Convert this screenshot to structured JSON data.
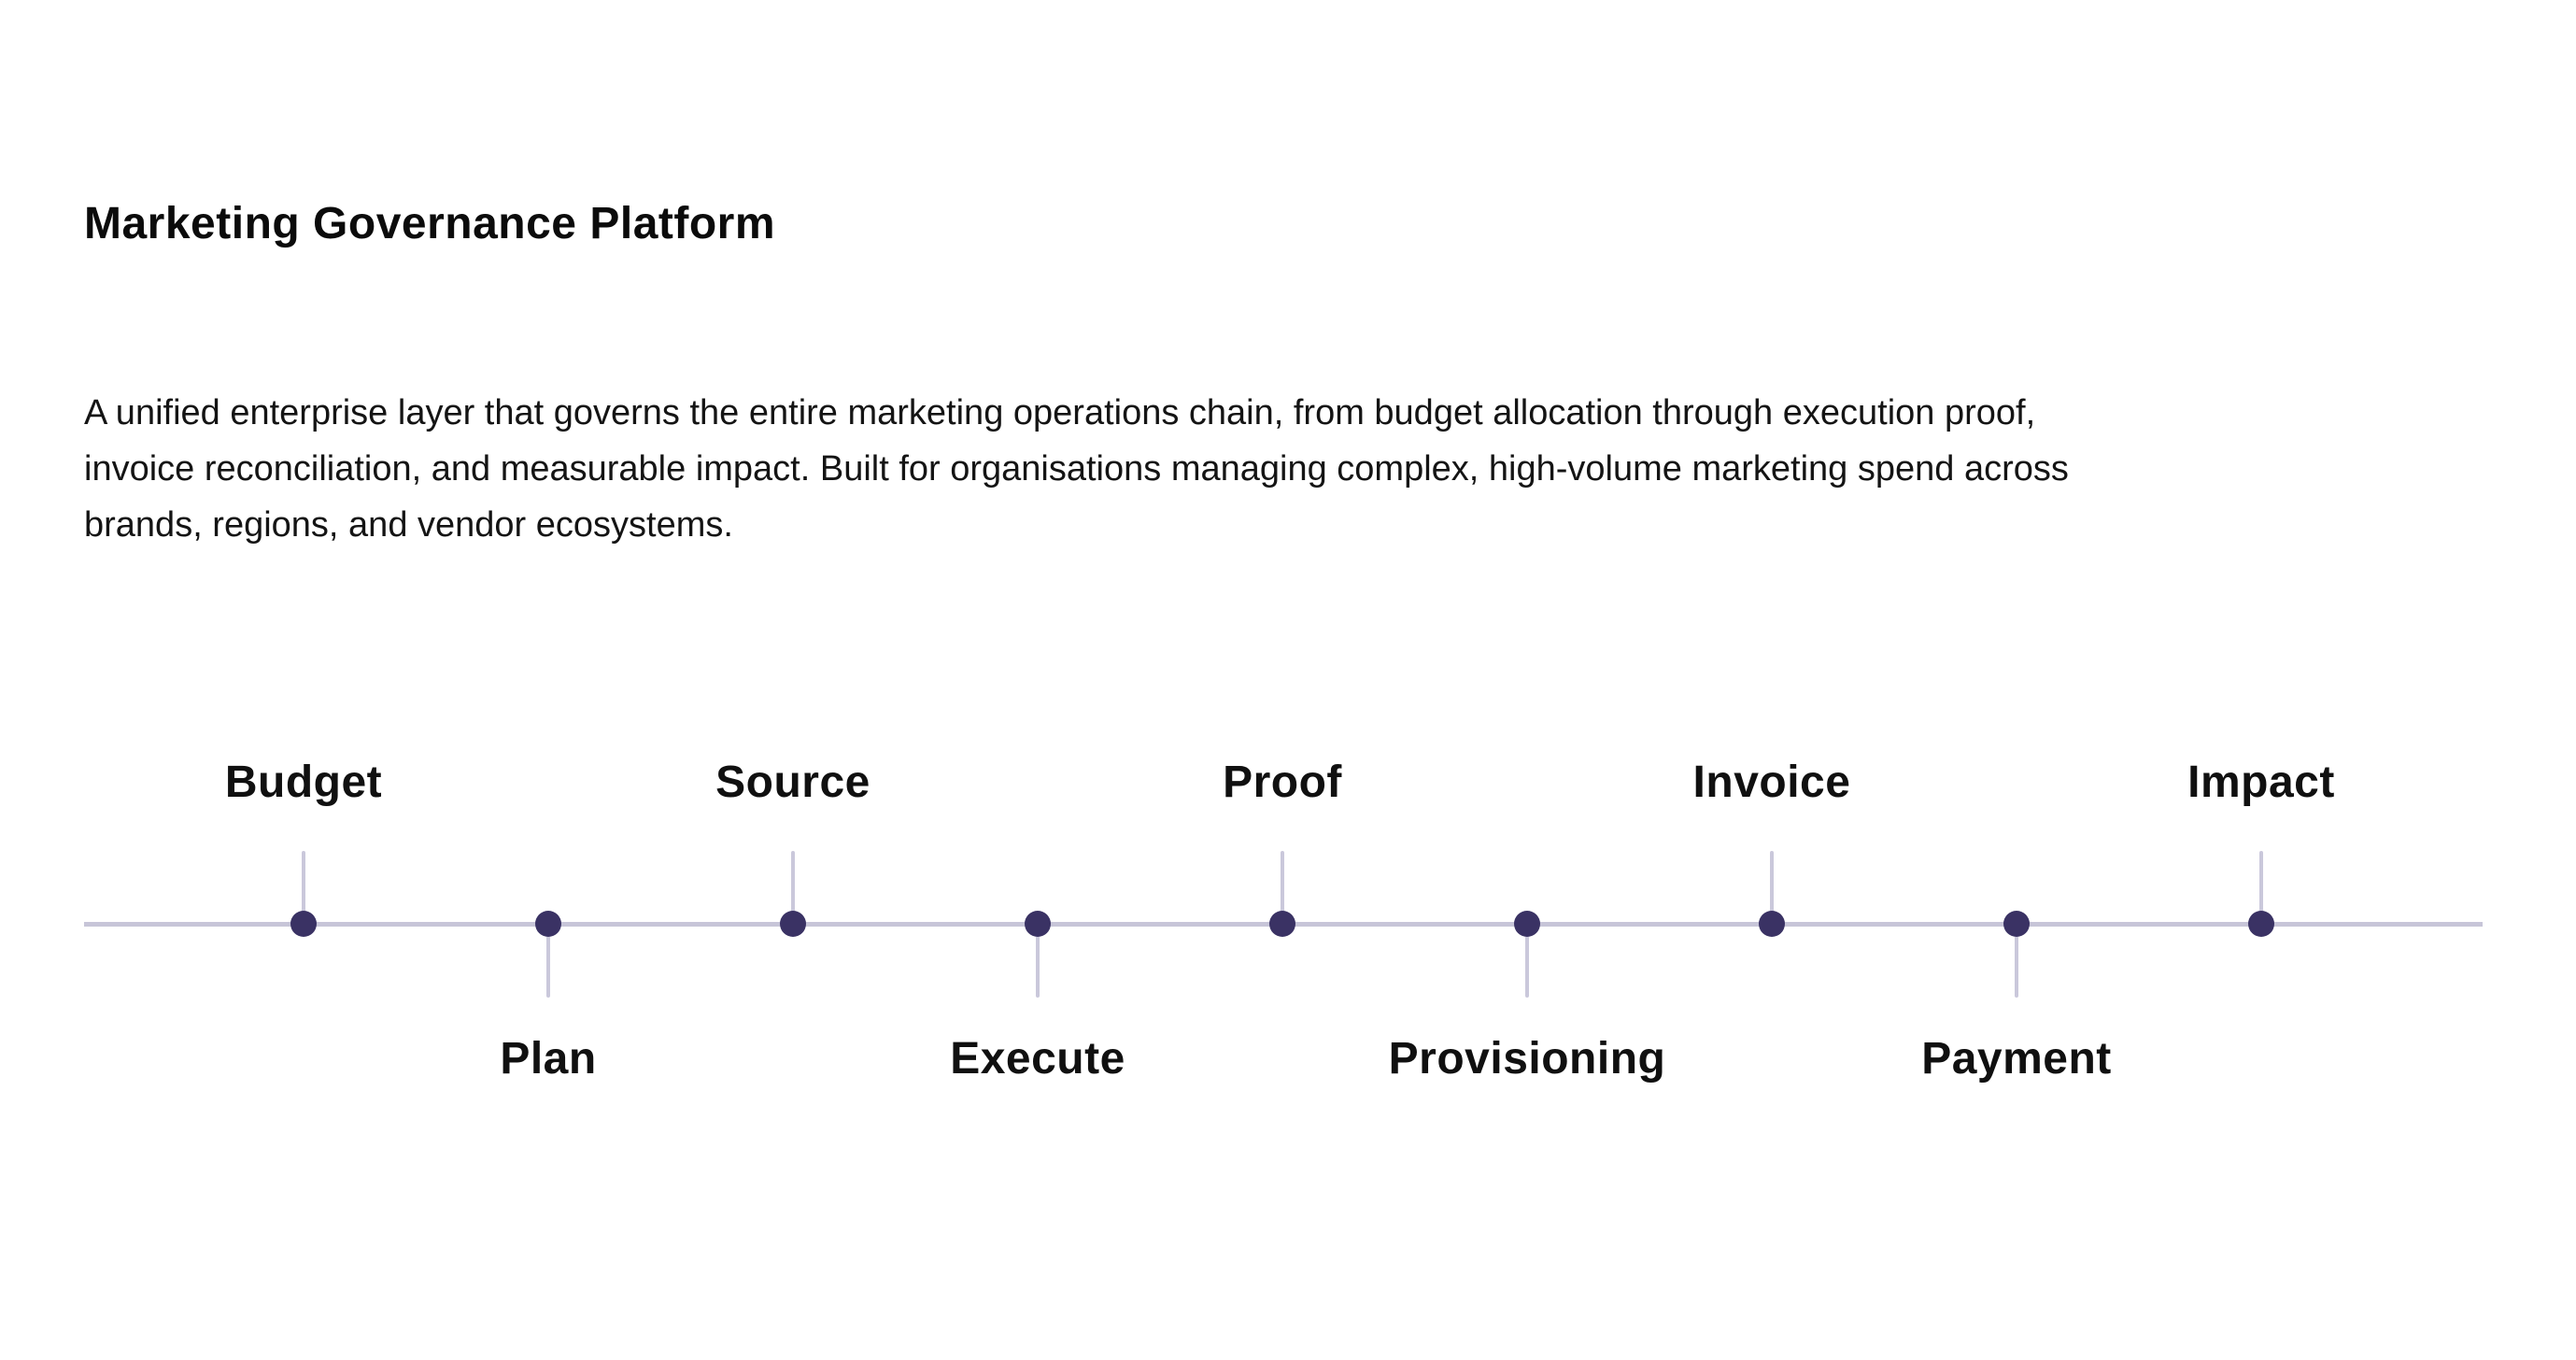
{
  "page": {
    "title": "Marketing Governance Platform",
    "description_lines": [
      "A unified enterprise layer that governs the entire marketing operations chain, from budget allocation through execution proof,",
      "invoice reconciliation, and measurable impact. Built for organisations managing complex, high-volume marketing spend across",
      "brands, regions, and vendor ecosystems."
    ]
  },
  "timeline": {
    "items": [
      {
        "label": "Budget",
        "position": "above"
      },
      {
        "label": "Plan",
        "position": "below"
      },
      {
        "label": "Source",
        "position": "above"
      },
      {
        "label": "Execute",
        "position": "below"
      },
      {
        "label": "Proof",
        "position": "above"
      },
      {
        "label": "Provisioning",
        "position": "below"
      },
      {
        "label": "Invoice",
        "position": "above"
      },
      {
        "label": "Payment",
        "position": "below"
      },
      {
        "label": "Impact",
        "position": "above"
      }
    ]
  },
  "colors": {
    "background": "#ffffff",
    "heading_text": "#0b0b0b",
    "body_text": "#141414",
    "timeline_line": "#c7c5d8",
    "timeline_tick": "#cac8db",
    "milestone_dot": "#3a3264"
  }
}
